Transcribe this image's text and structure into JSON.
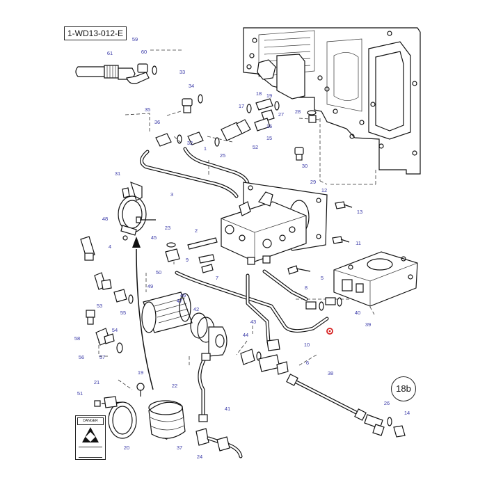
{
  "diagram": {
    "reference_code": "1-WD13-012-E",
    "section_badge": "18b",
    "warning_label_title": "DANGER",
    "callouts": [
      {
        "id": "c61",
        "label": "61"
      },
      {
        "id": "c59",
        "label": "59"
      },
      {
        "id": "c60",
        "label": "60"
      },
      {
        "id": "c33",
        "label": "33"
      },
      {
        "id": "c34",
        "label": "34"
      },
      {
        "id": "c18",
        "label": "18"
      },
      {
        "id": "c19",
        "label": "19"
      },
      {
        "id": "c17",
        "label": "17"
      },
      {
        "id": "c16",
        "label": "16"
      },
      {
        "id": "c15",
        "label": "15"
      },
      {
        "id": "c27",
        "label": "27"
      },
      {
        "id": "c28",
        "label": "28"
      },
      {
        "id": "c35",
        "label": "35"
      },
      {
        "id": "c36",
        "label": "36"
      },
      {
        "id": "c1",
        "label": "1"
      },
      {
        "id": "c52",
        "label": "52"
      },
      {
        "id": "c25",
        "label": "25"
      },
      {
        "id": "c32",
        "label": "32"
      },
      {
        "id": "c30",
        "label": "30"
      },
      {
        "id": "c29",
        "label": "29"
      },
      {
        "id": "c31",
        "label": "31"
      },
      {
        "id": "c3",
        "label": "3"
      },
      {
        "id": "c12",
        "label": "12"
      },
      {
        "id": "c13",
        "label": "13"
      },
      {
        "id": "c48",
        "label": "48"
      },
      {
        "id": "c23",
        "label": "23"
      },
      {
        "id": "c45",
        "label": "45"
      },
      {
        "id": "c2",
        "label": "2"
      },
      {
        "id": "c11",
        "label": "11"
      },
      {
        "id": "c4",
        "label": "4"
      },
      {
        "id": "c50",
        "label": "50"
      },
      {
        "id": "c9",
        "label": "9"
      },
      {
        "id": "c7",
        "label": "7"
      },
      {
        "id": "c49",
        "label": "49"
      },
      {
        "id": "c5",
        "label": "5"
      },
      {
        "id": "c8",
        "label": "8"
      },
      {
        "id": "c46",
        "label": "46"
      },
      {
        "id": "c47",
        "label": "47"
      },
      {
        "id": "c42",
        "label": "42"
      },
      {
        "id": "c53",
        "label": "53"
      },
      {
        "id": "c55",
        "label": "55"
      },
      {
        "id": "c39",
        "label": "39"
      },
      {
        "id": "c40",
        "label": "40"
      },
      {
        "id": "c43",
        "label": "43"
      },
      {
        "id": "c58",
        "label": "58"
      },
      {
        "id": "c54",
        "label": "54"
      },
      {
        "id": "c44",
        "label": "44"
      },
      {
        "id": "c10",
        "label": "10"
      },
      {
        "id": "c56",
        "label": "56"
      },
      {
        "id": "c57",
        "label": "57"
      },
      {
        "id": "c6",
        "label": "6"
      },
      {
        "id": "c38",
        "label": "38"
      },
      {
        "id": "c19b",
        "label": "19"
      },
      {
        "id": "c22",
        "label": "22"
      },
      {
        "id": "c21",
        "label": "21"
      },
      {
        "id": "c51",
        "label": "51"
      },
      {
        "id": "c41",
        "label": "41"
      },
      {
        "id": "c26",
        "label": "26"
      },
      {
        "id": "c14",
        "label": "14"
      },
      {
        "id": "c20",
        "label": "20"
      },
      {
        "id": "c37",
        "label": "37"
      },
      {
        "id": "c24",
        "label": "24"
      }
    ]
  }
}
